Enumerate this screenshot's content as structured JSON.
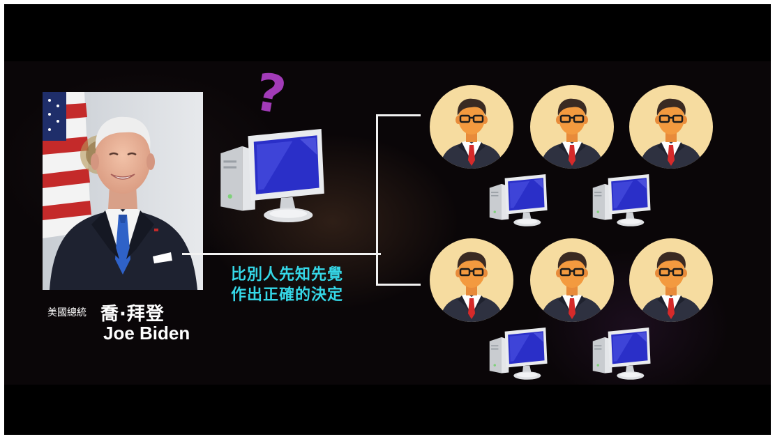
{
  "caption": {
    "title_zh": "美國總統",
    "name_zh": "喬·拜登",
    "name_en": "Joe Biden"
  },
  "message": {
    "line1": "比別人先知先覺",
    "line2": "作出正確的決定"
  },
  "question_mark": "?",
  "colors": {
    "teal_text": "#35d8e8",
    "question_mark": "#a23bb8",
    "avatar_bg": "#f6dca0",
    "suit": "#2e3140",
    "tie": "#d62a2a",
    "screen": "#2a2fc8"
  },
  "icons": {
    "main_computer": "desktop-computer-icon",
    "person": "businessman-avatar-icon",
    "small_computer": "desktop-computer-icon"
  }
}
